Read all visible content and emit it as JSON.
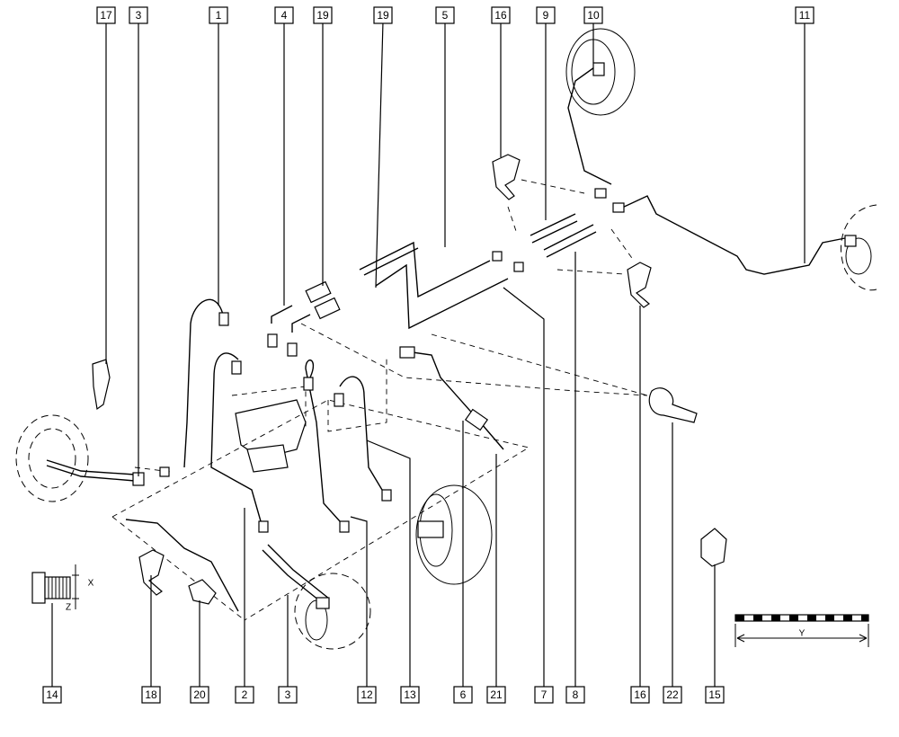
{
  "labels": {
    "l1": "1",
    "l2": "2",
    "l3a": "3",
    "l3b": "3",
    "l4": "4",
    "l5": "5",
    "l6": "6",
    "l7": "7",
    "l8": "8",
    "l9": "9",
    "l10": "10",
    "l11": "11",
    "l12": "12",
    "l13": "13",
    "l14": "14",
    "l15": "15",
    "l16a": "16",
    "l16b": "16",
    "l17": "17",
    "l18": "18",
    "l19a": "19",
    "l19b": "19",
    "l20": "20",
    "l21": "21",
    "l22": "22"
  },
  "dims": {
    "x": "X",
    "y": "Y",
    "z": "Z"
  }
}
